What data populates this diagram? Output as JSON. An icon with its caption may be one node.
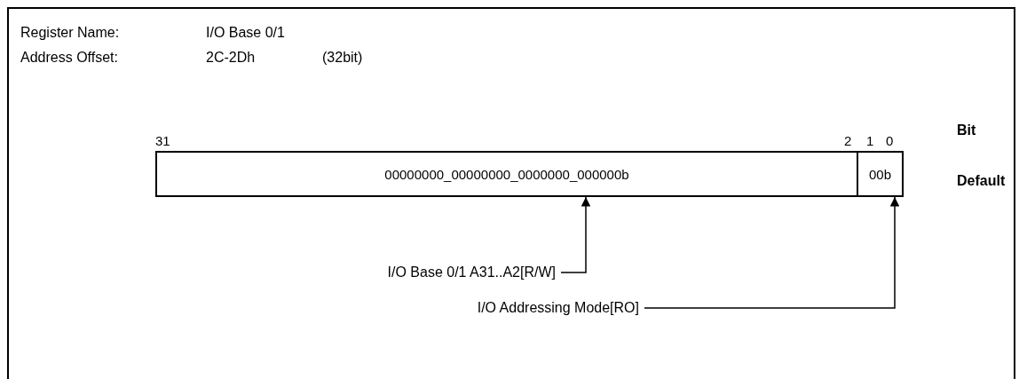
{
  "diagram": {
    "nodes": [
      {
        "text": [
          "00000000_00000000_0000000_000000b"
        ]
      },
      {
        "text": [
          "00b"
        ]
      },
      {
        "text": [
          "I/O Base 0/1 A31..A2[R/W]"
        ]
      },
      {
        "text": [
          "I/O Addressing Mode[RO]"
        ]
      }
    ],
    "edges": [
      {
        "from": 2,
        "to": 0,
        "arrow": "to"
      },
      {
        "from": 3,
        "to": 1,
        "arrow": "to"
      }
    ],
    "labels": [
      "Register Name:",
      "I/O Base 0/1",
      "Address Offset:",
      "2C-2Dh",
      "(32bit)",
      "31",
      "2",
      "1",
      "0",
      "Bit",
      "Default"
    ]
  }
}
